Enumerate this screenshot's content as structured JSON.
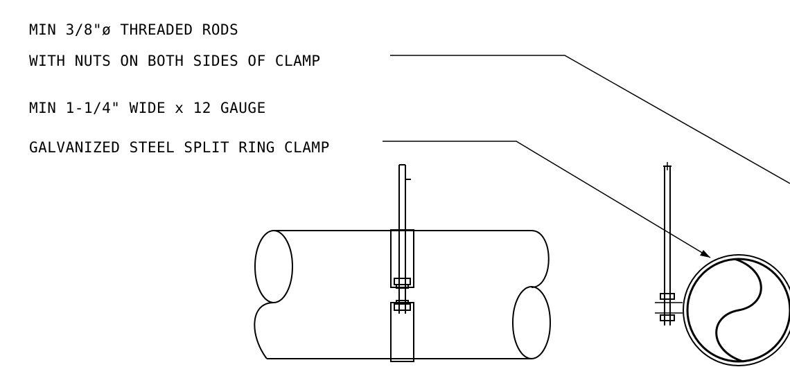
{
  "notes": {
    "rod_line1": "MIN 3/8\"ø THREADED RODS",
    "rod_line2": "WITH NUTS ON BOTH SIDES OF CLAMP",
    "clamp_line1": "MIN 1-1/4\" WIDE x 12 GAUGE",
    "clamp_line2": "GALVANIZED STEEL SPLIT RING CLAMP"
  }
}
